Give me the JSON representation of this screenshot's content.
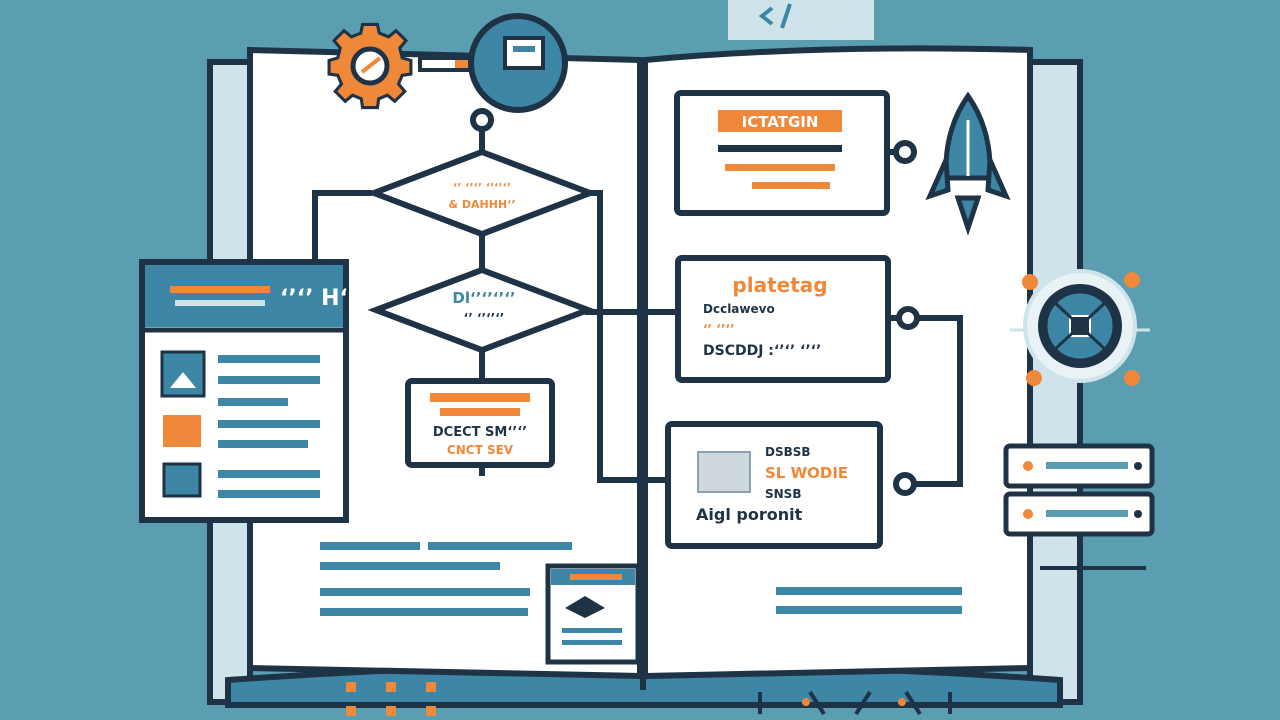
{
  "colors": {
    "background": "#5b9eb1",
    "ink": "#1f3347",
    "page": "#ffffff",
    "accent_orange": "#f0883a",
    "accent_blue": "#3d86a6",
    "light_blue": "#cfe3ea"
  },
  "flowchart": {
    "decision_top": [
      "‘’ ‘’‘’ ‘’‘’‘’",
      "& DAHHH‘’"
    ],
    "decision_middle": [
      "Dl‘’‘’‘’‘’",
      "‘’ ‘’‘’‘’"
    ],
    "process_box": [
      "DCECT SM‘’‘’",
      "CNCT SEV"
    ]
  },
  "right_page": {
    "box1_header": "ICTATGIN",
    "box2_title": "platetag",
    "box2_lines": [
      "Dcclawevo",
      "‘’ ‘’‘’",
      "DSCDDJ :‘’‘’ ‘’‘’"
    ],
    "box3_lines": [
      "DSBSB",
      "SL WODIE",
      "SNSB",
      "Aigl poronit"
    ]
  },
  "side_window": {
    "title": "‘’‘’ H‘’V"
  },
  "icons": [
    "gear-icon",
    "chat-bubble-icon",
    "code-tag-icon",
    "rocket-icon",
    "network-hub-icon",
    "server-icon",
    "doc-card-icon"
  ]
}
